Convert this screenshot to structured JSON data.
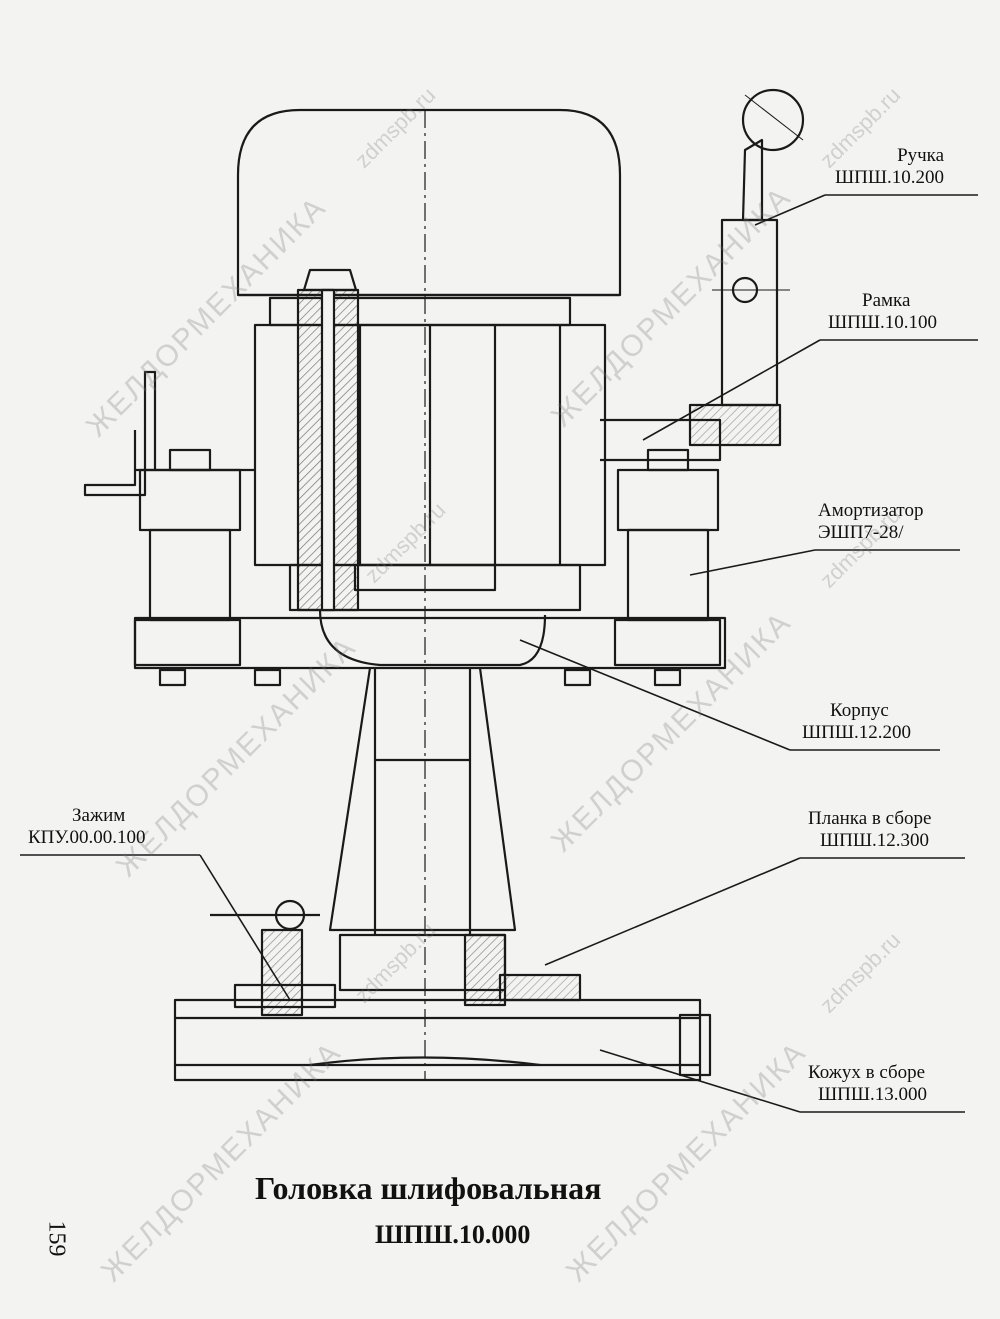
{
  "title": "Головка шлифовальная",
  "subtitle": "ШПШ.10.000",
  "page_number": "159",
  "watermarks": {
    "main": "ЖЕЛДОРМЕХАНИКА",
    "site": "zdmspb.ru"
  },
  "callouts": [
    {
      "name": "Ручка",
      "code": "ШПШ.10.200"
    },
    {
      "name": "Рамка",
      "code": "ШПШ.10.100"
    },
    {
      "name": "Амортизатор",
      "code": "ЭШП7-28/"
    },
    {
      "name": "Корпус",
      "code": "ШПШ.12.200"
    },
    {
      "name": "Зажим",
      "code": "КПУ.00.00.100"
    },
    {
      "name": "Планка в сборе",
      "code": "ШПШ.12.300"
    },
    {
      "name": "Кожух в сборе",
      "code": "ШПШ.13.000"
    }
  ]
}
